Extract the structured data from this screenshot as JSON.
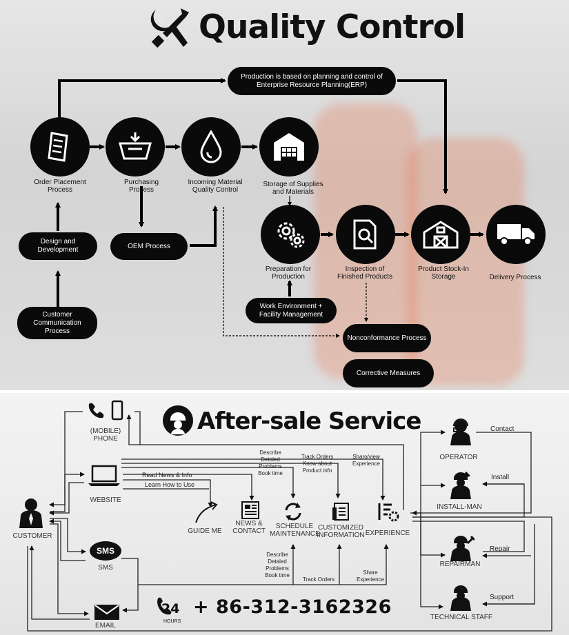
{
  "quality_control": {
    "title": "Quality Control",
    "erp": "Production is based on planning and control of Enterprise Resource Planning(ERP)",
    "steps": [
      {
        "label": "Order Placement Process",
        "icon": "document-icon"
      },
      {
        "label": "Purchasing Process",
        "icon": "basket-icon"
      },
      {
        "label": "Incoming Material Quality Control",
        "icon": "drop-icon"
      },
      {
        "label": "Storage of Supplies and Materials",
        "icon": "warehouse-icon"
      },
      {
        "label": "Preparation for Production",
        "icon": "gears-icon"
      },
      {
        "label": "Inspection of Finished Products",
        "icon": "inspection-icon"
      },
      {
        "label": "Product Stock-In Storage",
        "icon": "barn-icon"
      },
      {
        "label": "Delivery Process",
        "icon": "truck-icon"
      }
    ],
    "boxes": {
      "design": "Design and Development",
      "customer_comm": "Customer Communication Process",
      "oem": "OEM Process",
      "work_env": "Work Environment + Facility Management",
      "nonconformance": "Nonconformance Process",
      "corrective": "Corrective Measures"
    }
  },
  "after_sale": {
    "title": "After-sale Service",
    "customer": "CUSTOMER",
    "channels": {
      "phone": "(MOBILE) PHONE",
      "website": "WEBSITE",
      "sms": "SMS",
      "sms_badge": "SMS",
      "email": "EMAIL"
    },
    "services": {
      "guide": "GUIDE ME",
      "news": "NEWS & CONTACT",
      "schedule": "SCHEDULE MAINTENANCE",
      "customized": "CUSTOMIZED INFORMATION",
      "experience": "EXPERIENCE"
    },
    "notes": {
      "read_news": "Read News & Info",
      "learn": "Learn How to Use",
      "describe_top": "Describe Detaled Problems Book time",
      "track_top": "Track Orders Know about Product info",
      "share_top": "Sharo/view Experience",
      "describe_bottom": "Describe Detaled Problems Book time",
      "track_bottom": "Track Orders",
      "share_bottom": "Share Experience"
    },
    "staff": {
      "operator": "OPERATOR",
      "install_man": "INSTALL-MAN",
      "repairman": "REPAIRMAN",
      "technical": "TECHNICAL STAFF"
    },
    "edges": {
      "contact": "Contact",
      "install": "Install",
      "repair": "Repair",
      "support": "Support"
    },
    "hotline": {
      "twentyfour": "24",
      "hours": "HOURS",
      "number": "+ 86-312-3162326"
    }
  }
}
